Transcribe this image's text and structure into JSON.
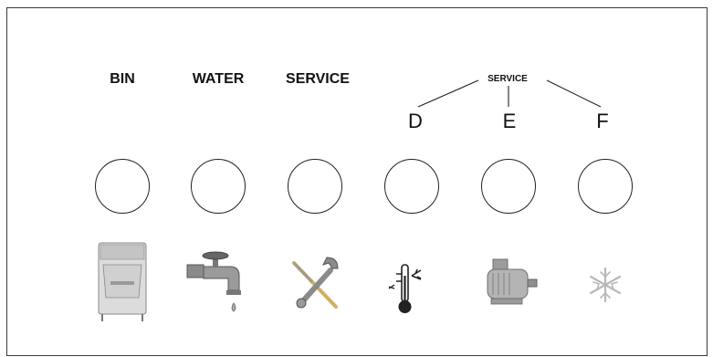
{
  "labels": {
    "bin": "BIN",
    "water": "WATER",
    "service": "SERVICE",
    "service_group": "SERVICE",
    "d": "D",
    "e": "E",
    "f": "F"
  },
  "icons": [
    "ice-bin-icon",
    "water-faucet-icon",
    "wrench-screwdriver-icon",
    "thermometer-icon",
    "motor-icon",
    "snowflake-icon"
  ]
}
